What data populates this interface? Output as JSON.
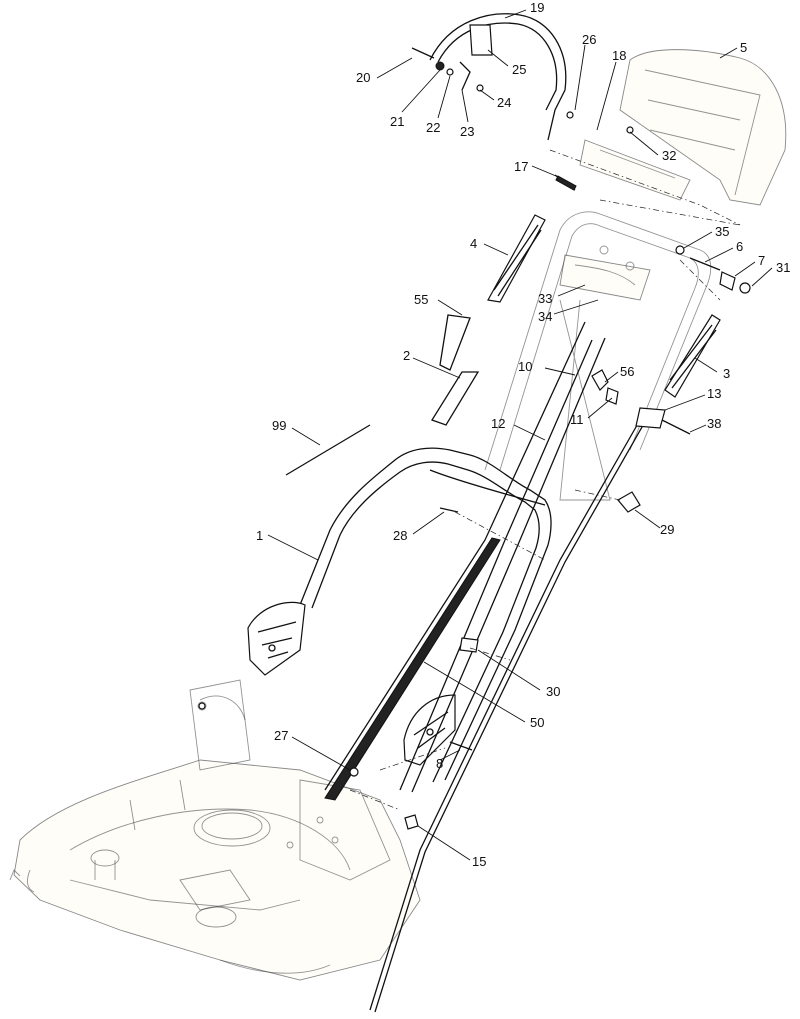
{
  "callouts": [
    {
      "id": "c19",
      "label": "19"
    },
    {
      "id": "c26",
      "label": "26"
    },
    {
      "id": "c18",
      "label": "18"
    },
    {
      "id": "c5",
      "label": "5"
    },
    {
      "id": "c20",
      "label": "20"
    },
    {
      "id": "c25",
      "label": "25"
    },
    {
      "id": "c24",
      "label": "24"
    },
    {
      "id": "c21",
      "label": "21"
    },
    {
      "id": "c22",
      "label": "22"
    },
    {
      "id": "c23",
      "label": "23"
    },
    {
      "id": "c32",
      "label": "32"
    },
    {
      "id": "c17",
      "label": "17"
    },
    {
      "id": "c35",
      "label": "35"
    },
    {
      "id": "c4",
      "label": "4"
    },
    {
      "id": "c6",
      "label": "6"
    },
    {
      "id": "c7",
      "label": "7"
    },
    {
      "id": "c31",
      "label": "31"
    },
    {
      "id": "c55",
      "label": "55"
    },
    {
      "id": "c33",
      "label": "33"
    },
    {
      "id": "c34",
      "label": "34"
    },
    {
      "id": "c2",
      "label": "2"
    },
    {
      "id": "c10",
      "label": "10"
    },
    {
      "id": "c56",
      "label": "56"
    },
    {
      "id": "c3",
      "label": "3"
    },
    {
      "id": "c13",
      "label": "13"
    },
    {
      "id": "c11",
      "label": "11"
    },
    {
      "id": "c99",
      "label": "99"
    },
    {
      "id": "c12",
      "label": "12"
    },
    {
      "id": "c38",
      "label": "38"
    },
    {
      "id": "c1",
      "label": "1"
    },
    {
      "id": "c28",
      "label": "28"
    },
    {
      "id": "c29",
      "label": "29"
    },
    {
      "id": "c30",
      "label": "30"
    },
    {
      "id": "c50",
      "label": "50"
    },
    {
      "id": "c27",
      "label": "27"
    },
    {
      "id": "c8",
      "label": "8"
    },
    {
      "id": "c15",
      "label": "15"
    }
  ]
}
